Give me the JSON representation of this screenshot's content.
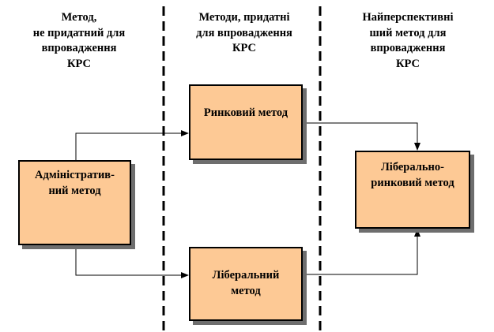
{
  "headers": {
    "unsuitable": "Метод,\nне придатний для\nвпровадження\nКРС",
    "suitable": "Методи, придатні\nдля впровадження\nКРС",
    "promising": "Найперспективні\nший метод для\nвпровадження\nКРС"
  },
  "boxes": {
    "administrative": "Адміністратив-\nний метод",
    "market": "Ринковий метод",
    "liberal": "Ліберальний\nметод",
    "liberal_market": "Ліберально-\nринковий метод"
  },
  "colors": {
    "box_fill": "#fdc995",
    "box_shadow": "#6e6e6e",
    "lines": "#000000"
  }
}
